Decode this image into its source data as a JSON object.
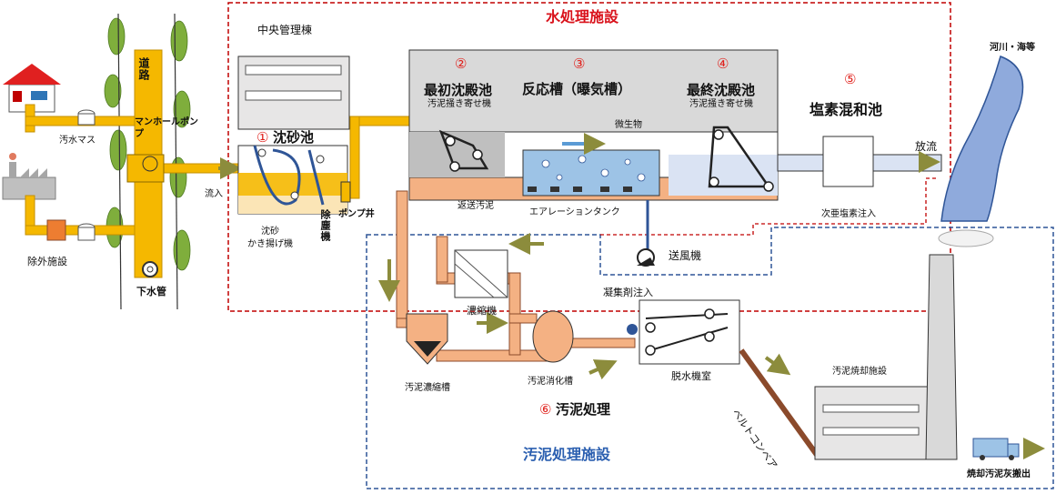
{
  "colors": {
    "pipe_yellow": "#f5b800",
    "sludge_pipe": "#f4b183",
    "pipe_outline": "#8b4a2b",
    "water_blue": "#9dc3e6",
    "river_blue": "#8faadc",
    "arrow_olive": "#8c8c3c",
    "water_frame": "#c00000",
    "sludge_frame": "#2f5597",
    "building_gray": "#d9d9d9"
  },
  "labels": {
    "water_facility": "水処理施設",
    "sludge_facility": "汚泥処理施設",
    "central_building": "中央管理棟",
    "river": "河川・海等",
    "road": "道路",
    "manhole_pump": "マンホールポンプ",
    "sewage_box": "汚水マス",
    "pretreatment": "除外施設",
    "sewer_pipe": "下水管",
    "inflow": "流入",
    "grit_chamber_num": "①",
    "grit_chamber": "沈砂池",
    "grit_lift": "沈砂\nかき揚げ機",
    "screen": "除塵機",
    "pump_well": "ポンプ井",
    "primary_num": "②",
    "primary": "最初沈殿池",
    "primary_sub": "汚泥掻き寄せ機",
    "reactor_num": "③",
    "reactor": "反応槽（曝気槽）",
    "microbes": "微生物",
    "aeration_tank": "エアレーションタンク",
    "final_num": "④",
    "final": "最終沈殿池",
    "final_sub": "汚泥掻き寄せ機",
    "chlorine_num": "⑤",
    "chlorine": "塩素混和池",
    "discharge": "放流",
    "hypochlorite": "次亜塩素注入",
    "return_sludge": "返送汚泥",
    "blower": "送風機",
    "thickener": "濃縮機",
    "gravity_thickener": "汚泥濃縮槽",
    "digester": "汚泥消化槽",
    "coagulant": "凝集剤注入",
    "dewatering": "脱水機室",
    "belt_conveyor": "ベルトコンベア",
    "incinerator": "汚泥焼却施設",
    "sludge_num": "⑥",
    "sludge_treatment": "汚泥処理",
    "ash_out": "焼却汚泥灰搬出"
  },
  "icons": [
    "house-icon",
    "factory-icon",
    "tree-icon",
    "truck-icon",
    "blower-icon",
    "smoke-icon"
  ]
}
